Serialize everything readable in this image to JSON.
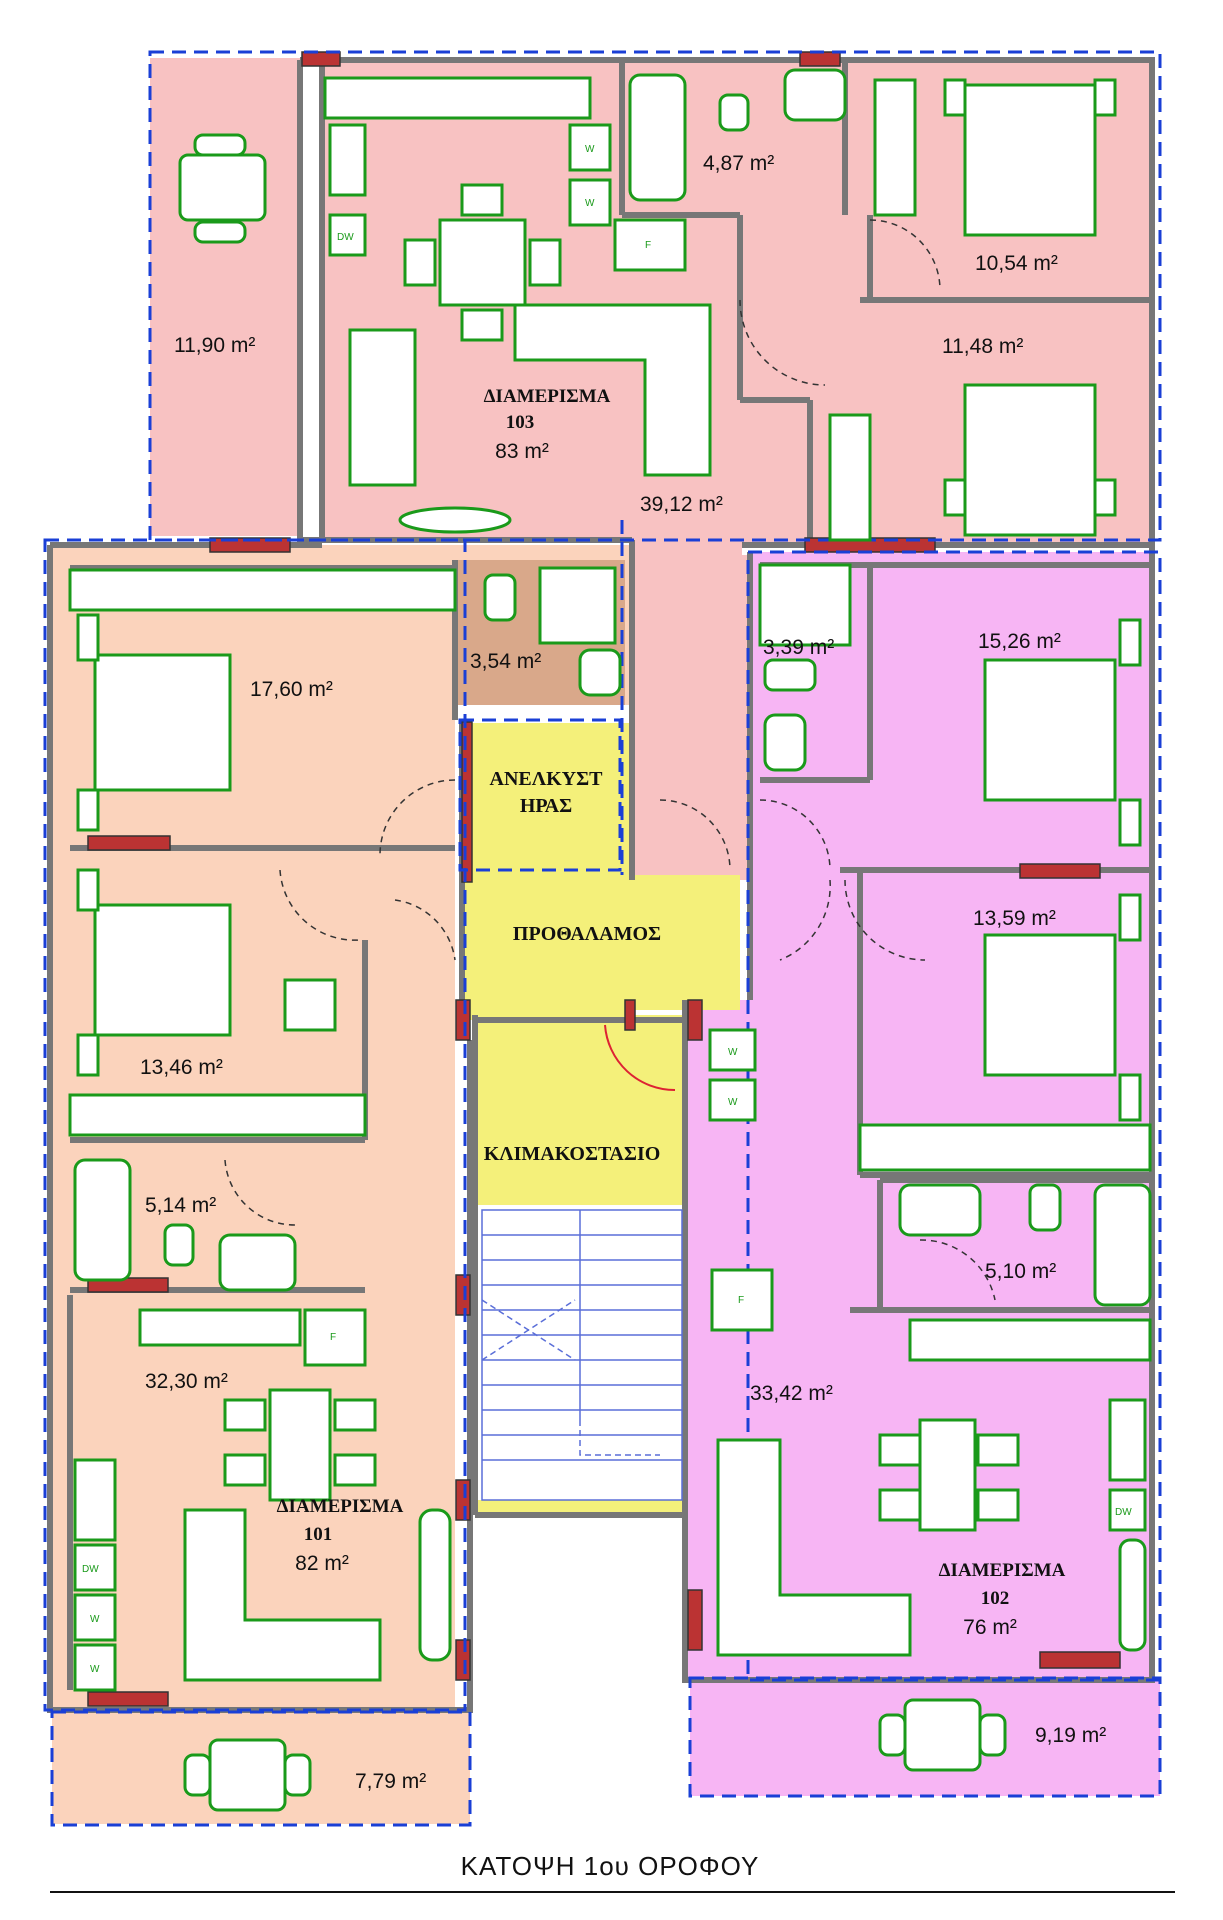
{
  "caption": "ΚΑΤΟΨΗ 1ου ΟΡΟΦΟΥ",
  "apartments": [
    {
      "title": "ΔΙΑΜΕΡΙΣΜΑ",
      "number": "103",
      "area": "83 m²"
    },
    {
      "title": "ΔΙΑΜΕΡΙΣΜΑ",
      "number": "101",
      "area": "82 m²"
    },
    {
      "title": "ΔΙΑΜΕΡΙΣΜΑ",
      "number": "102",
      "area": "76 m²"
    }
  ],
  "common_areas": {
    "elevator_line1": "ΑΝΕΛΚΥΣΤ",
    "elevator_line2": "ΗΡΑΣ",
    "lobby": "ΠΡΟΘΑΛΑΜΟΣ",
    "stairwell": "ΚΛΙΜΑΚΟΣΤΑΣΙΟ"
  },
  "room_areas": {
    "a103_balcony": "11,90 m²",
    "a103_bath": "4,87 m²",
    "a103_bed1": "10,54 m²",
    "a103_bed2": "11,48 m²",
    "a103_living": "39,12 m²",
    "a101_bath_small": "3,54 m²",
    "a101_bed1": "17,60 m²",
    "a101_bed2": "13,46 m²",
    "a101_bath": "5,14 m²",
    "a101_living": "32,30 m²",
    "a101_balcony": "7,79 m²",
    "a102_bath_small": "3,39 m²",
    "a102_bed1": "15,26 m²",
    "a102_bed2": "13,59 m²",
    "a102_bath": "5,10 m²",
    "a102_living": "33,42 m²",
    "a102_balcony": "9,19 m²"
  },
  "appliance_labels": {
    "washer": "W",
    "dishwasher": "DW",
    "fridge": "F"
  },
  "colors": {
    "apt103": "#f8c2c2",
    "apt101": "#fbd3bc",
    "apt102": "#f7b5f4",
    "common": "#f4f07a",
    "small_bath": "#d9a88a",
    "furniture": "#1a9a1a",
    "boundary": "#1a3fd6"
  }
}
